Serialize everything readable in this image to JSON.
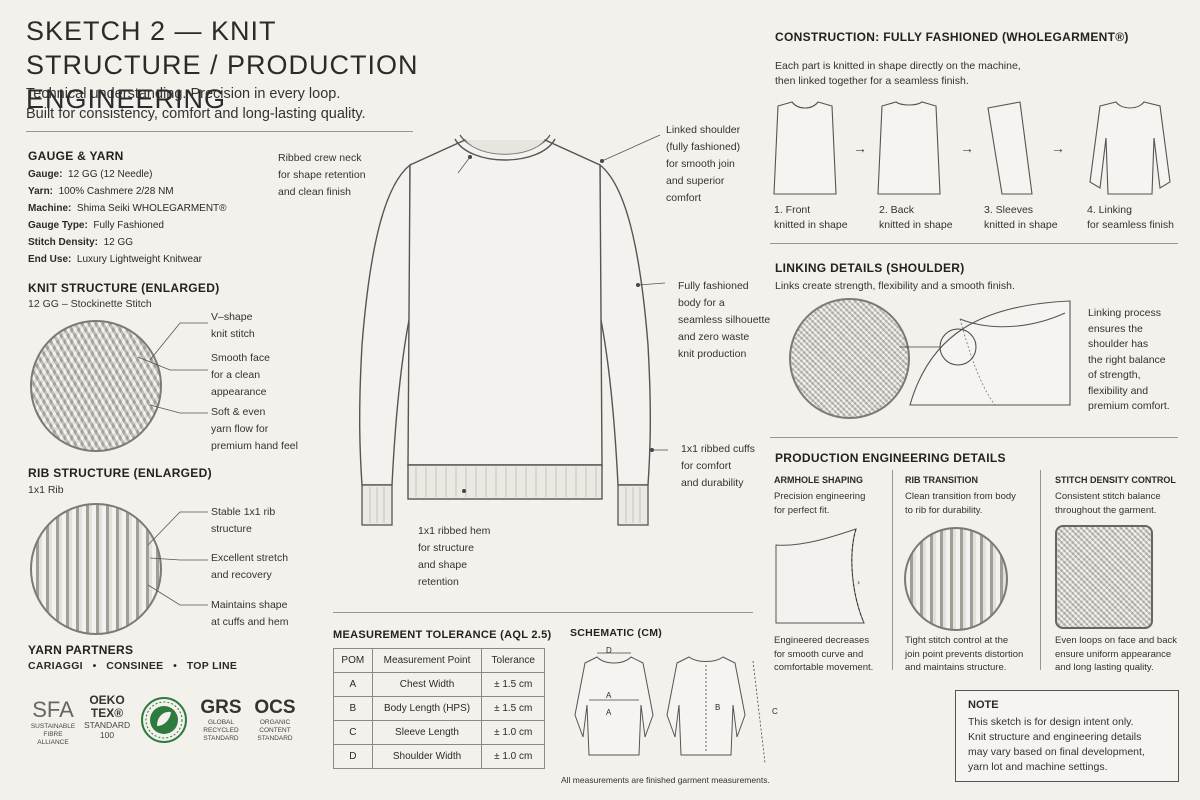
{
  "header": {
    "title": "SKETCH 2 — KNIT STRUCTURE / PRODUCTION ENGINEERING",
    "tagline_1": "Technical understanding. Precision in every loop.",
    "tagline_2": "Built for consistency, comfort and long-lasting quality."
  },
  "gauge_yarn": {
    "heading": "GAUGE & YARN",
    "rows": [
      {
        "label": "Gauge:",
        "value": "12 GG (12 Needle)"
      },
      {
        "label": "Yarn:",
        "value": "100% Cashmere 2/28 NM"
      },
      {
        "label": "Machine:",
        "value": "Shima Seiki WHOLEGARMENT®"
      },
      {
        "label": "Gauge Type:",
        "value": "Fully Fashioned"
      },
      {
        "label": "Stitch Density:",
        "value": "12 GG"
      },
      {
        "label": "End Use:",
        "value": "Luxury Lightweight Knitwear"
      }
    ]
  },
  "knit_structure": {
    "heading": "KNIT STRUCTURE (ENLARGED)",
    "sub": "12 GG – Stockinette Stitch",
    "callouts": [
      "V–shape\nknit stitch",
      "Smooth face\nfor a clean\nappearance",
      "Soft & even\nyarn flow for\npremium hand feel"
    ]
  },
  "rib_structure": {
    "heading": "RIB STRUCTURE (ENLARGED)",
    "sub": "1x1 Rib",
    "callouts": [
      "Stable 1x1 rib\nstructure",
      "Excellent stretch\nand recovery",
      "Maintains shape\nat cuffs and hem"
    ]
  },
  "yarn_partners": {
    "heading": "YARN PARTNERS",
    "list": [
      "CARIAGGI",
      "•",
      "CONSINEE",
      "•",
      "TOP LINE"
    ]
  },
  "logos": {
    "sfa": {
      "mark": "SFA",
      "sub": "SUSTAINABLE\nFIBRE ALLIANCE"
    },
    "oeko": {
      "mark": "OEKO\nTEX®",
      "sub": "STANDARD\n100"
    },
    "grs": {
      "mark": "GRS",
      "sub": "GLOBAL\nRECYCLED\nSTANDARD"
    },
    "ocs": {
      "mark": "OCS",
      "sub": "ORGANIC\nCONTENT\nSTANDARD"
    }
  },
  "sweater_callouts": {
    "crew_neck": "Ribbed crew neck\nfor shape retention\nand clean finish",
    "shoulder": "Linked shoulder\n(fully fashioned)\nfor smooth join\nand superior\ncomfort",
    "body": "Fully fashioned\nbody for a\nseamless silhouette\nand zero waste\nknit production",
    "cuffs": "1x1 ribbed cuffs\nfor comfort\nand durability",
    "hem": "1x1 ribbed hem\nfor structure\nand shape\nretention"
  },
  "measurement": {
    "heading": "MEASUREMENT TOLERANCE (AQL 2.5)",
    "columns": [
      "POM",
      "Measurement Point",
      "Tolerance"
    ],
    "rows": [
      [
        "A",
        "Chest Width",
        "± 1.5 cm"
      ],
      [
        "B",
        "Body Length (HPS)",
        "± 1.5 cm"
      ],
      [
        "C",
        "Sleeve Length",
        "± 1.0 cm"
      ],
      [
        "D",
        "Shoulder Width",
        "± 1.0 cm"
      ]
    ]
  },
  "schematic": {
    "heading": "SCHEMATIC (CM)",
    "labels": [
      "D",
      "A",
      "A",
      "B",
      "C"
    ],
    "footnote": "All measurements are finished garment measurements."
  },
  "construction": {
    "heading": "CONSTRUCTION: FULLY FASHIONED (WHOLEGARMENT®)",
    "desc": "Each part is knitted in shape directly on the machine,\nthen linked together for a seamless finish.",
    "steps": [
      "1. Front\nknitted in shape",
      "2. Back\nknitted in shape",
      "3. Sleeves\nknitted in shape",
      "4. Linking\nfor seamless finish"
    ],
    "arrow": "→"
  },
  "linking": {
    "heading": "LINKING DETAILS (SHOULDER)",
    "desc": "Links create strength, flexibility and a smooth finish.",
    "note": "Linking process\nensures the\nshoulder has\nthe right balance\nof strength,\nflexibility and\npremium comfort."
  },
  "production": {
    "heading": "PRODUCTION ENGINEERING DETAILS",
    "cols": [
      {
        "title": "ARMHOLE SHAPING",
        "desc": "Precision engineering\nfor perfect fit.",
        "foot": "Engineered decreases\nfor smooth curve and\ncomfortable movement."
      },
      {
        "title": "RIB TRANSITION",
        "desc": "Clean transition from body\nto rib for durability.",
        "foot": "Tight stitch control at the\njoin point prevents distortion\nand maintains structure."
      },
      {
        "title": "STITCH DENSITY CONTROL",
        "desc": "Consistent stitch balance\nthroughout the garment.",
        "foot": "Even loops on face and back\nensure uniform appearance\nand long lasting quality."
      }
    ]
  },
  "note": {
    "heading": "NOTE",
    "text": "This sketch is for design intent only.\nKnit structure and engineering details\nmay vary based on final development,\nyarn lot and machine settings."
  }
}
